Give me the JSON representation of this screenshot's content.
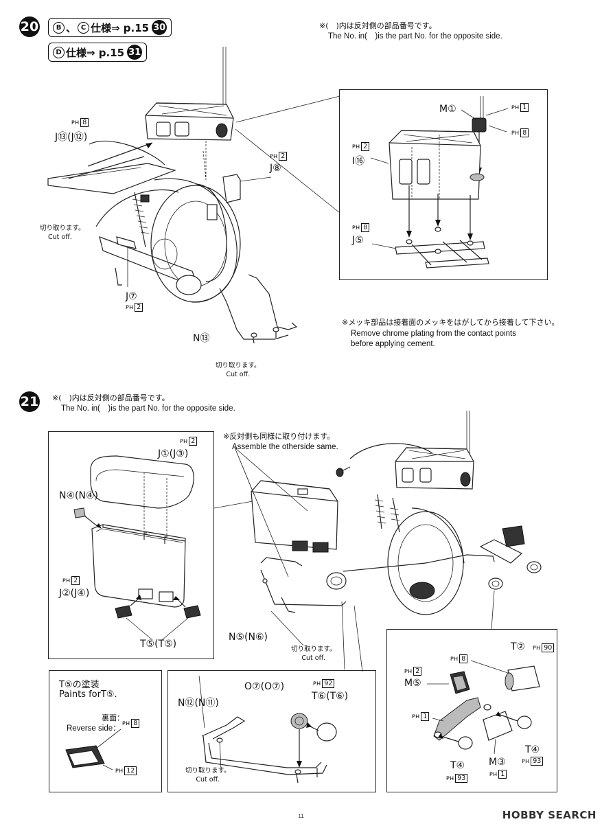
{
  "page": {
    "number": "11",
    "watermark": "HOBBY SEARCH"
  },
  "step20": {
    "badge": "20",
    "spec_bc": {
      "letters": [
        "B",
        "C"
      ],
      "sep": "、",
      "text": "仕様⇒ p.15",
      "ref": "30"
    },
    "spec_d": {
      "letters": [
        "D"
      ],
      "text": "仕様⇒ p.15",
      "ref": "31"
    },
    "note_jp": "※(　)内は反対側の部品番号です。",
    "note_en": "The No. in(　)is the part No. for the opposite side.",
    "parts": {
      "j13": {
        "ph": "8",
        "label": "J⑬(J⑫)"
      },
      "j8": {
        "ph": "2",
        "label": "J⑧"
      },
      "j7": {
        "ph": "2",
        "label": "J⑦"
      },
      "n13": {
        "label": "N⑬"
      },
      "m1": {
        "ph": "1",
        "label": "M①"
      },
      "m1_ph8": "8",
      "i16": {
        "ph": "2",
        "label": "I⑯"
      },
      "j5": {
        "ph": "8",
        "label": "J⑤"
      }
    },
    "cutoff_1": {
      "jp": "切り取ります。",
      "en": "Cut off."
    },
    "cutoff_2": {
      "jp": "切り取ります。",
      "en": "Cut off."
    },
    "chrome_note": {
      "jp": "※メッキ部品は接着面のメッキをはがしてから接着して下さい。",
      "en1": "Remove chrome plating from the contact points",
      "en2": "before applying cement."
    }
  },
  "step21": {
    "badge": "21",
    "note_jp": "※(　)内は反対側の部品番号です。",
    "note_en": "The No. in(　)is the part No. for the opposite side.",
    "assemble_jp": "※反対側も同様に取り付けます。",
    "assemble_en": "Assemble the otherside same.",
    "box1": {
      "j1": {
        "ph": "2",
        "label": "J①(J③)"
      },
      "n4": {
        "label": "N④(N④)"
      },
      "j2": {
        "ph": "2",
        "label": "J②(J④)"
      },
      "t5": {
        "label": "T⑤(T⑤)"
      }
    },
    "n5": {
      "label": "N⑤(N⑥)"
    },
    "cutoff_3": {
      "jp": "切り取ります。",
      "en": "Cut off."
    },
    "paint_box": {
      "title_jp": "T⑤の塗装",
      "title_en": "Paints forT⑤.",
      "reverse_jp": "裏面：",
      "reverse_en": "Reverse side：",
      "ph_reverse": "8",
      "ph_front": "12"
    },
    "box3": {
      "n12": {
        "label": "N⑫(N⑪)"
      },
      "o7": {
        "label": "O⑦(O⑦)"
      },
      "t6": {
        "ph": "92",
        "label": "T⑥(T⑥)"
      },
      "cutoff": {
        "jp": "切り取ります。",
        "en": "Cut off."
      }
    },
    "box4": {
      "t2": {
        "ph": "90",
        "label": "T②"
      },
      "m5": {
        "ph": "2",
        "label": "M⑤"
      },
      "ph8": "8",
      "ph1": "1",
      "t4_right": {
        "ph": "93",
        "label": "T④"
      },
      "t4_left": {
        "ph": "93",
        "label": "T④"
      },
      "m3": {
        "ph": "1",
        "label": "M③"
      }
    }
  }
}
